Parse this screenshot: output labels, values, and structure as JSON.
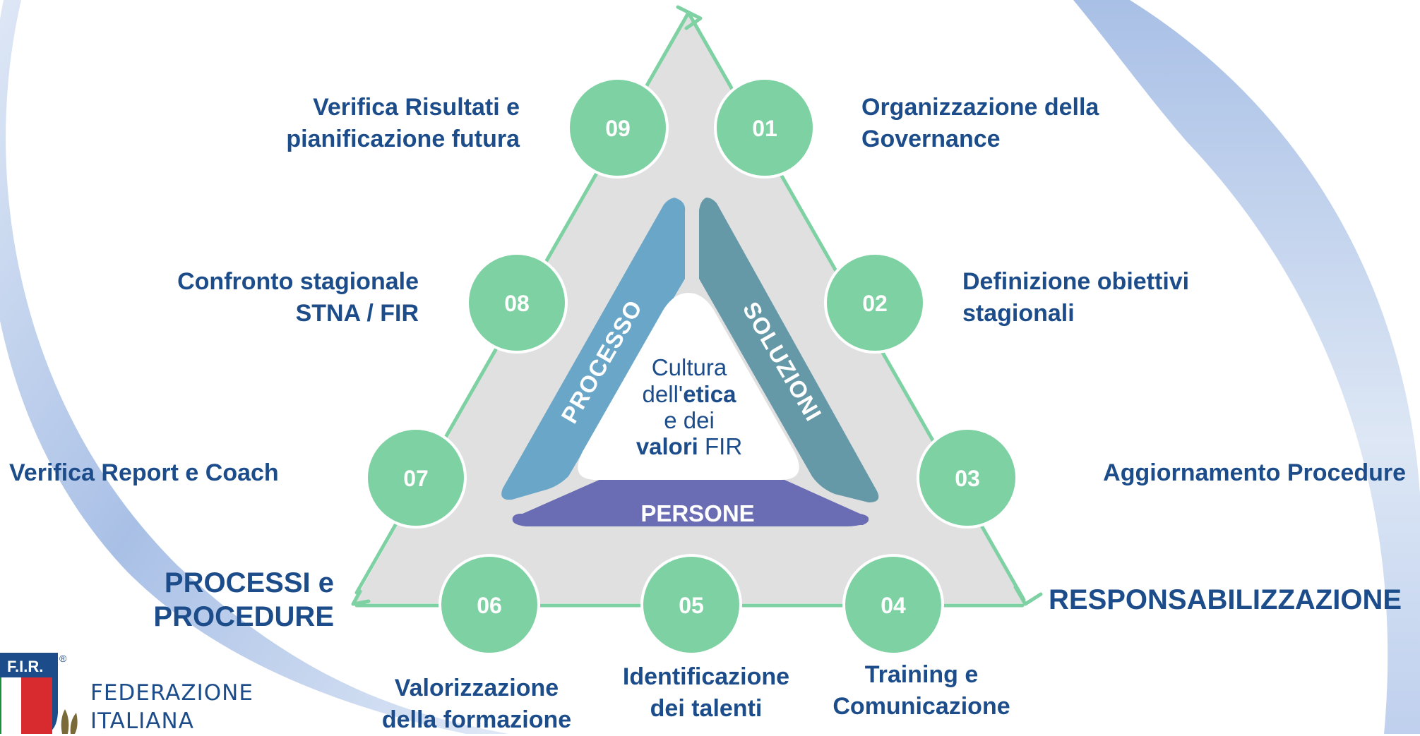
{
  "steps": [
    {
      "num": "09",
      "lines": [
        "Verifica Risultati e",
        "pianificazione futura"
      ]
    },
    {
      "num": "01",
      "lines": [
        "Organizzazione della",
        "Governance"
      ]
    },
    {
      "num": "08",
      "lines": [
        "Confronto stagionale",
        "STNA / FIR"
      ]
    },
    {
      "num": "02",
      "lines": [
        "Definizione obiettivi",
        "stagionali"
      ]
    },
    {
      "num": "07",
      "lines": [
        "Verifica Report e Coach"
      ]
    },
    {
      "num": "03",
      "lines": [
        "Aggiornamento Procedure"
      ]
    },
    {
      "num": "06",
      "lines": [
        "Valorizzazione",
        "della formazione"
      ]
    },
    {
      "num": "05",
      "lines": [
        "Identificazione",
        "dei talenti"
      ]
    },
    {
      "num": "04",
      "lines": [
        "Training e",
        "Comunicazione"
      ]
    }
  ],
  "corners": {
    "left": [
      "PROCESSI e",
      "PROCEDURE"
    ],
    "right": "RESPONSABILIZZAZIONE"
  },
  "inner": {
    "left_band": "PROCESSO",
    "right_band": "SOLUZIONI",
    "bottom_band": "PERSONE",
    "center_l1": "Cultura",
    "center_l2_a": "dell'",
    "center_l2_b": "etica",
    "center_l3": "e dei",
    "center_l4_a": "valori",
    "center_l4_b": " FIR"
  },
  "logo": {
    "badge": "F.I.R.",
    "registered": "®",
    "text_l1": "FEDERAZIONE",
    "text_l2": "ITALIANA"
  },
  "colors": {
    "circle": "#7ed1a2",
    "arrow": "#7ed1a2",
    "triangle_bg": "#e0e0e0",
    "processo_band": "#6aa6c8",
    "soluzioni_band": "#6699a8",
    "persone_band": "#6b6db4",
    "label_text": "#1c4d8a",
    "swoosh": "#b9cdea"
  }
}
